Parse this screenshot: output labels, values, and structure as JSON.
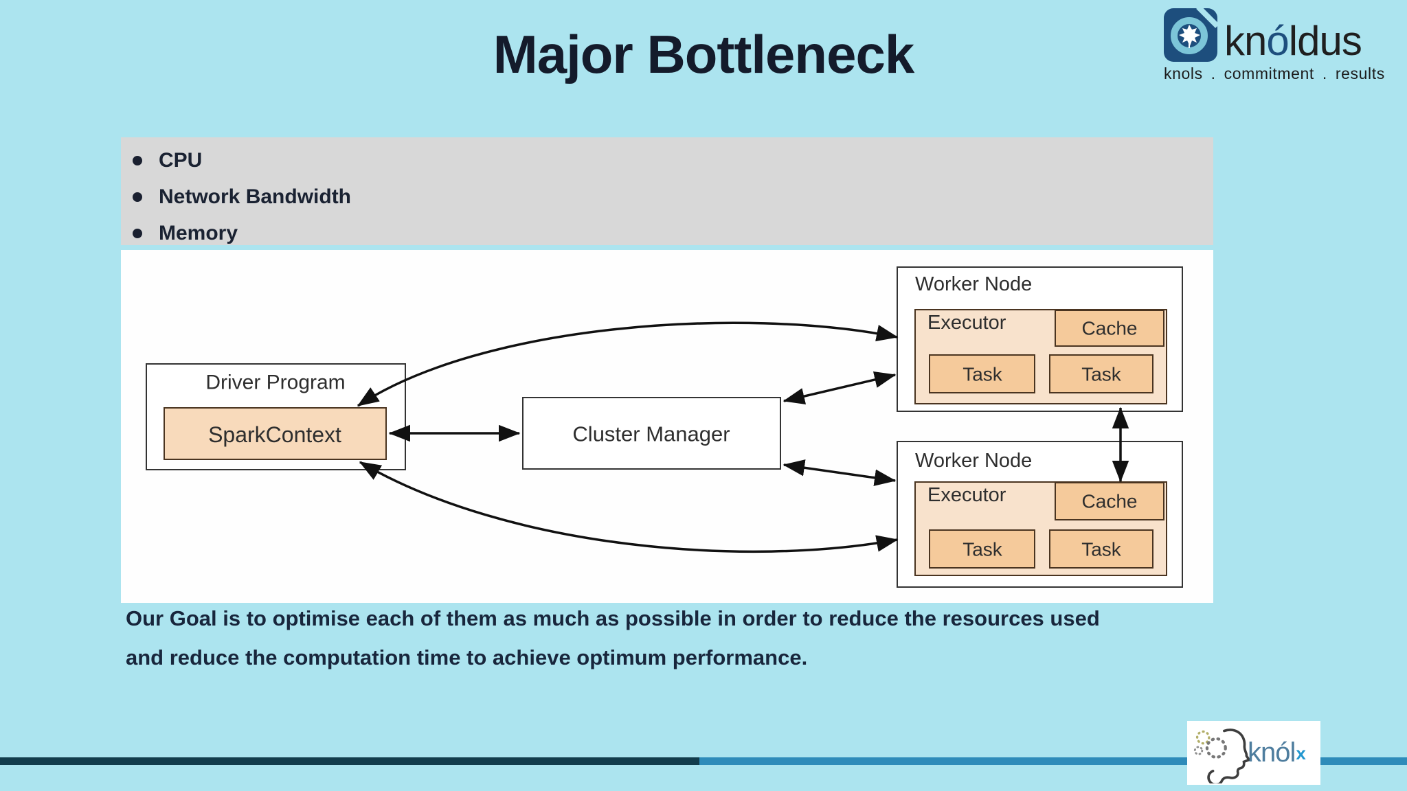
{
  "slide": {
    "title": "Major Bottleneck",
    "background_color": "#ace4ef"
  },
  "header_logo": {
    "brand_kn": "kn",
    "brand_o": "ó",
    "brand_rest": "ldus",
    "tagline": "knols . commitment . results",
    "icon_name": "knoldus-maple-leaf-icon",
    "navy": "#1d4e7d"
  },
  "bullets": {
    "items": [
      {
        "label": "CPU"
      },
      {
        "label": "Network Bandwidth"
      },
      {
        "label": "Memory"
      }
    ]
  },
  "diagram": {
    "driver_program": "Driver Program",
    "spark_context": "SparkContext",
    "cluster_manager": "Cluster Manager",
    "workers": [
      {
        "title": "Worker Node",
        "executor": "Executor",
        "cache": "Cache",
        "tasks": [
          "Task",
          "Task"
        ]
      },
      {
        "title": "Worker Node",
        "executor": "Executor",
        "cache": "Cache",
        "tasks": [
          "Task",
          "Task"
        ]
      }
    ],
    "colors": {
      "task_cache_fill": "#f5ca9b",
      "executor_fill": "#f8e2cc",
      "spark_context_fill": "#f8dabb",
      "arrow": "#111111"
    }
  },
  "goal": {
    "line1": "Our Goal is to optimise each of them as much as possible in order to reduce the resources used",
    "line2": "and reduce the computation time to achieve optimum performance."
  },
  "footer": {
    "bar_dark_color": "#123c4c",
    "bar_light_color": "#2e8bb9"
  },
  "footer_logo": {
    "brand": "knól",
    "sup": "x"
  }
}
